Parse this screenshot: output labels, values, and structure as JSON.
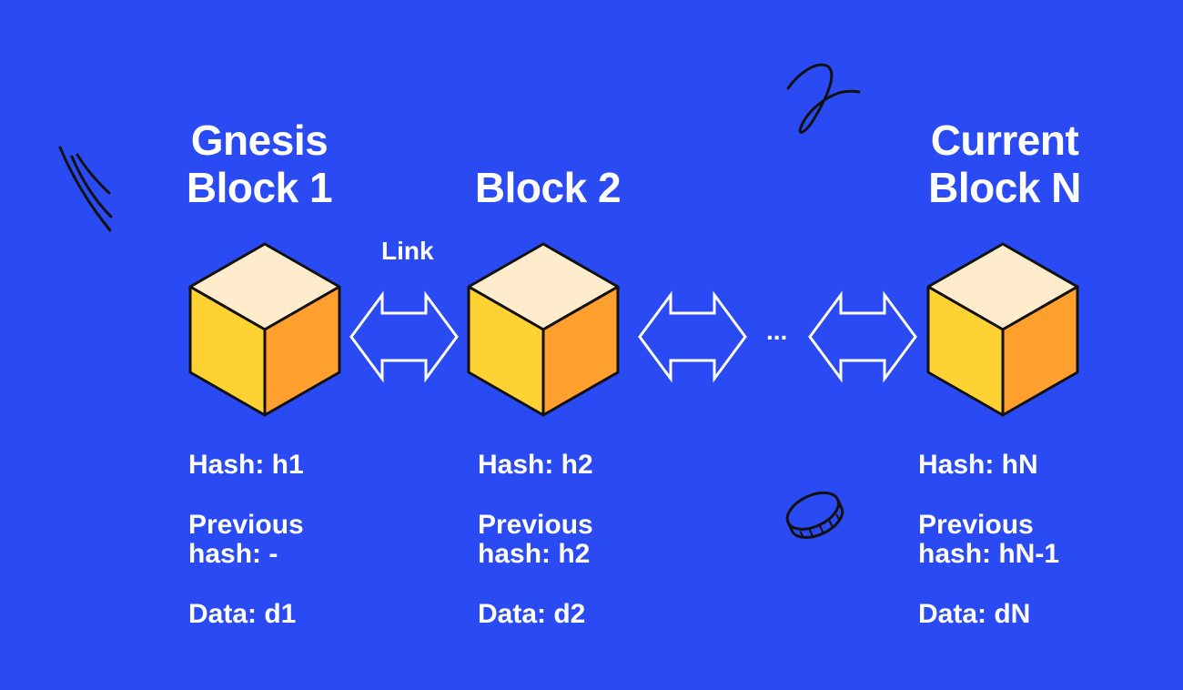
{
  "colors": {
    "background": "#2a4af3",
    "cube_top": "#ffeccc",
    "cube_left": "#ffd233",
    "cube_right": "#ff9f2e",
    "outline": "#111111",
    "text": "#ffffff"
  },
  "blocks": [
    {
      "title_line1": "Gnesis",
      "title_line2": "Block 1",
      "hash": "Hash: h1",
      "previous_line1": "Previous",
      "previous_line2": "hash: -",
      "data": "Data: d1"
    },
    {
      "title_line1": "",
      "title_line2": "Block 2",
      "hash": "Hash: h2",
      "previous_line1": "Previous",
      "previous_line2": "hash: h2",
      "data": "Data: d2"
    },
    {
      "title_line1": "Current",
      "title_line2": "Block N",
      "hash": "Hash: hN",
      "previous_line1": "Previous",
      "previous_line2": "hash: hN-1",
      "data": "Data: dN"
    }
  ],
  "link_label": "Link",
  "ellipsis": "...",
  "icons": [
    "cube-icon",
    "double-arrow-icon",
    "scribble-lines-icon",
    "squiggle-icon",
    "coin-icon"
  ]
}
